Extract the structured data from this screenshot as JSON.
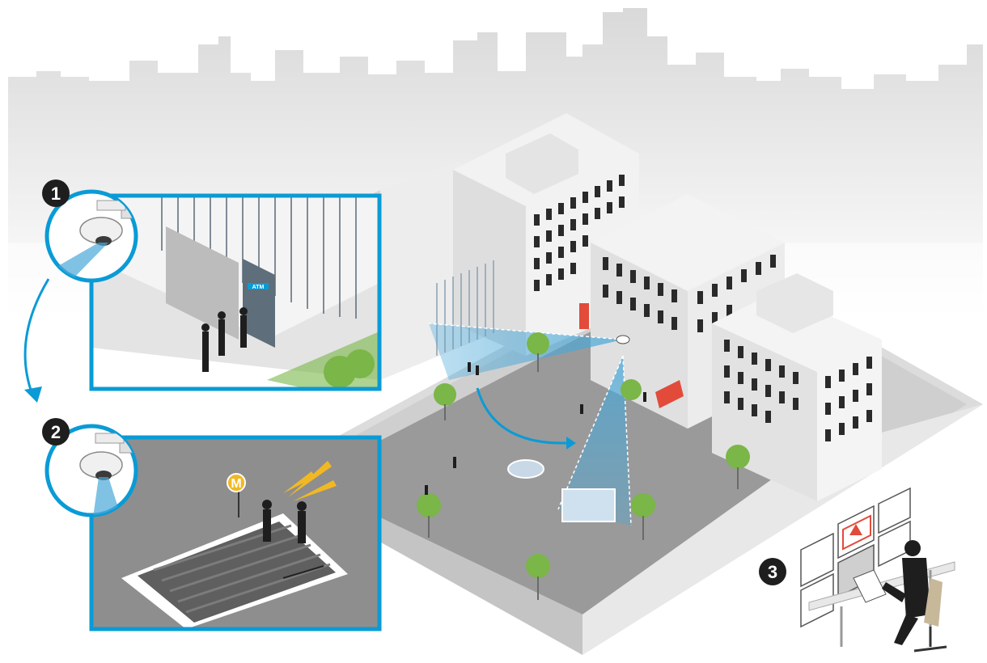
{
  "badges": {
    "step1": "1",
    "step2": "2",
    "step3": "3"
  },
  "signs": {
    "metro": "M",
    "atm": "ATM"
  },
  "colors": {
    "accent": "#0a9bd6",
    "badge": "#1e1e1e",
    "ground": "#9a9a9a",
    "building": "#e6e6e6",
    "tree": "#7ab648",
    "sign": "#f2b824",
    "alert": "#e24b3a",
    "beam": "#4aa8d8"
  },
  "icons": [
    "dome-camera-icon",
    "warning-icon",
    "metro-sign-icon",
    "atm-sign-icon"
  ]
}
